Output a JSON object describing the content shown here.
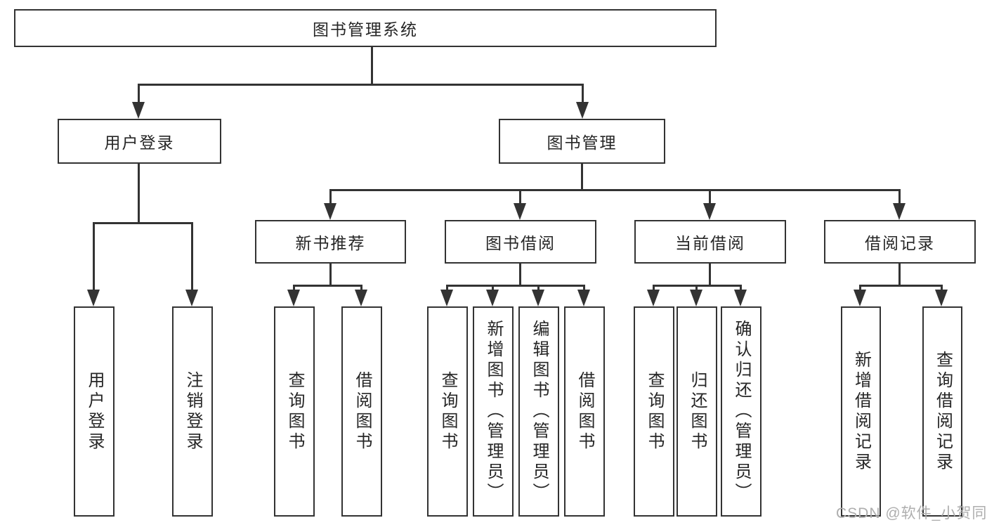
{
  "diagram": {
    "root": "图书管理系统",
    "user_branch": {
      "label": "用户登录",
      "children": [
        "用户登录",
        "注销登录"
      ]
    },
    "mgmt_branch": {
      "label": "图书管理",
      "groups": [
        {
          "label": "新书推荐",
          "children": [
            "查询图书",
            "借阅图书"
          ]
        },
        {
          "label": "图书借阅",
          "children": [
            "查询图书",
            "新增图书（管理员）",
            "编辑图书（管理员）",
            "借阅图书"
          ]
        },
        {
          "label": "当前借阅",
          "children": [
            "查询图书",
            "归还图书",
            "确认归还（管理员）"
          ]
        },
        {
          "label": "借阅记录",
          "children": [
            "新增借阅记录",
            "查询借阅记录"
          ]
        }
      ]
    }
  },
  "watermark": "CSDN @软件_小贺同学",
  "colors": {
    "line": "#333333",
    "text": "#262626",
    "watermark": "#aeaeae",
    "background": "#ffffff"
  }
}
